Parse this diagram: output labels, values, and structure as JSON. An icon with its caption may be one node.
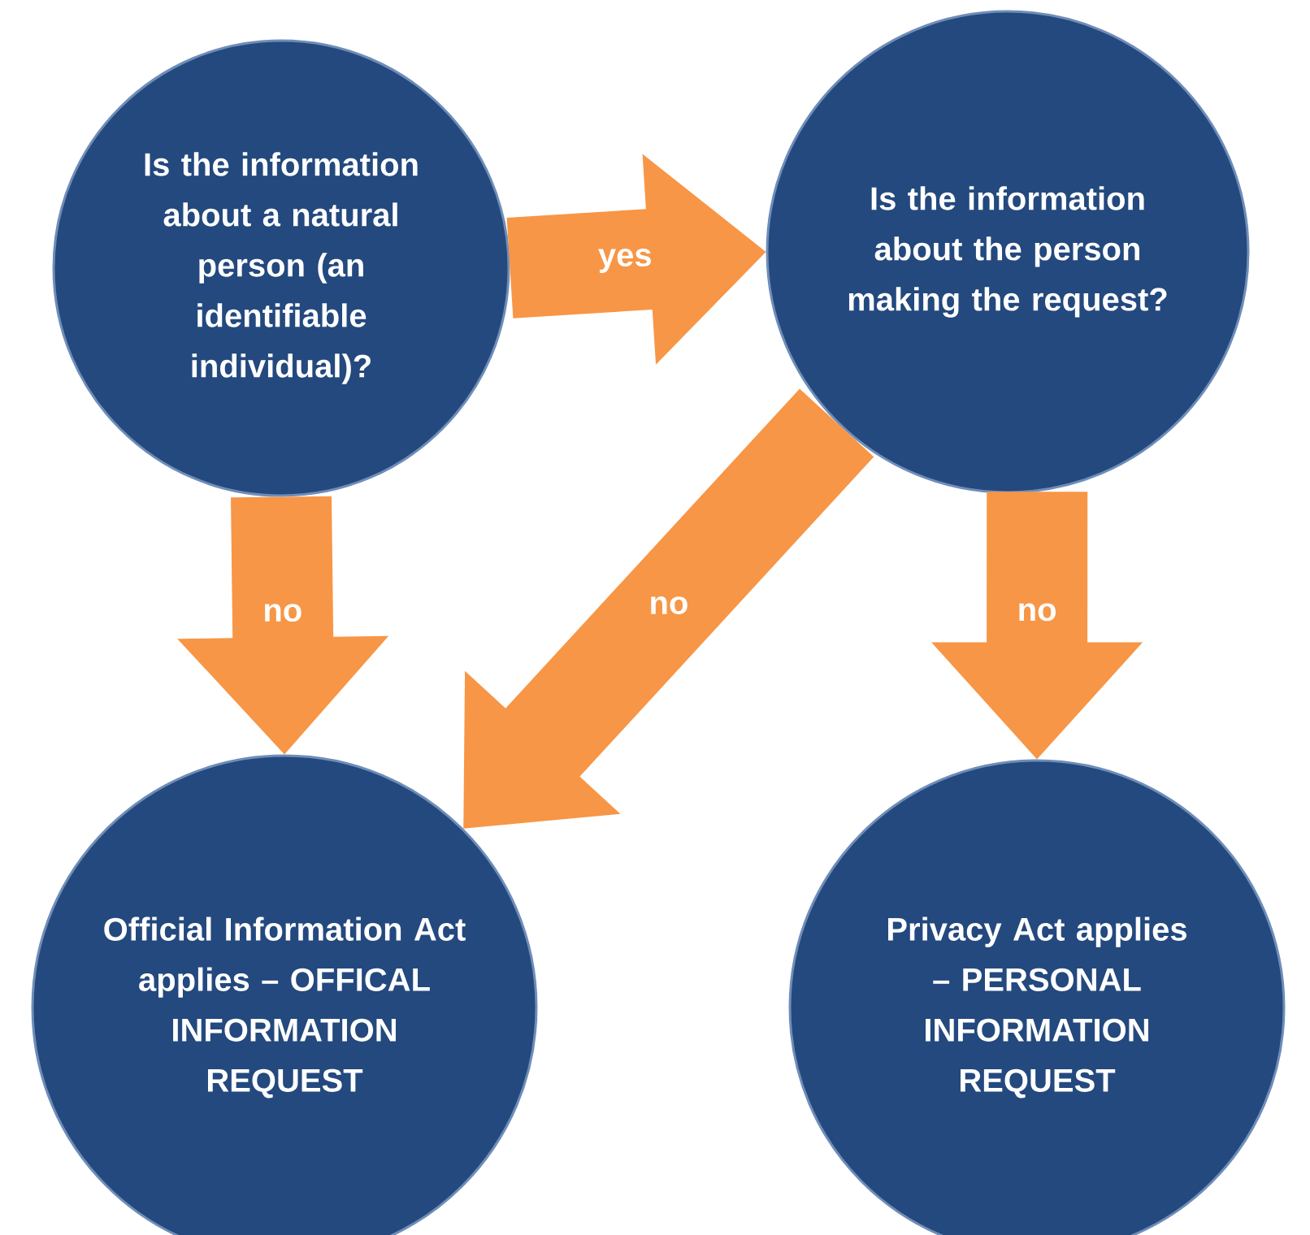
{
  "diagram": {
    "nodes": [
      {
        "text": [
          "Is the information about a natural person (an identifiable individual)?"
        ]
      },
      {
        "text": [
          "Is the information about the person making the request?"
        ]
      },
      {
        "text": [
          "Official Information Act applies – OFFICAL INFORMATION REQUEST"
        ]
      },
      {
        "text": [
          "Privacy Act applies – PERSONAL INFORMATION REQUEST"
        ]
      }
    ],
    "edges": [
      {
        "from": 0,
        "to": 1,
        "arrow": "to",
        "label": "yes"
      },
      {
        "from": 0,
        "to": 2,
        "arrow": "to",
        "label": "no"
      },
      {
        "from": 1,
        "to": 2,
        "arrow": "to",
        "label": "no"
      },
      {
        "from": 1,
        "to": 3,
        "arrow": "to",
        "label": "no"
      }
    ]
  }
}
